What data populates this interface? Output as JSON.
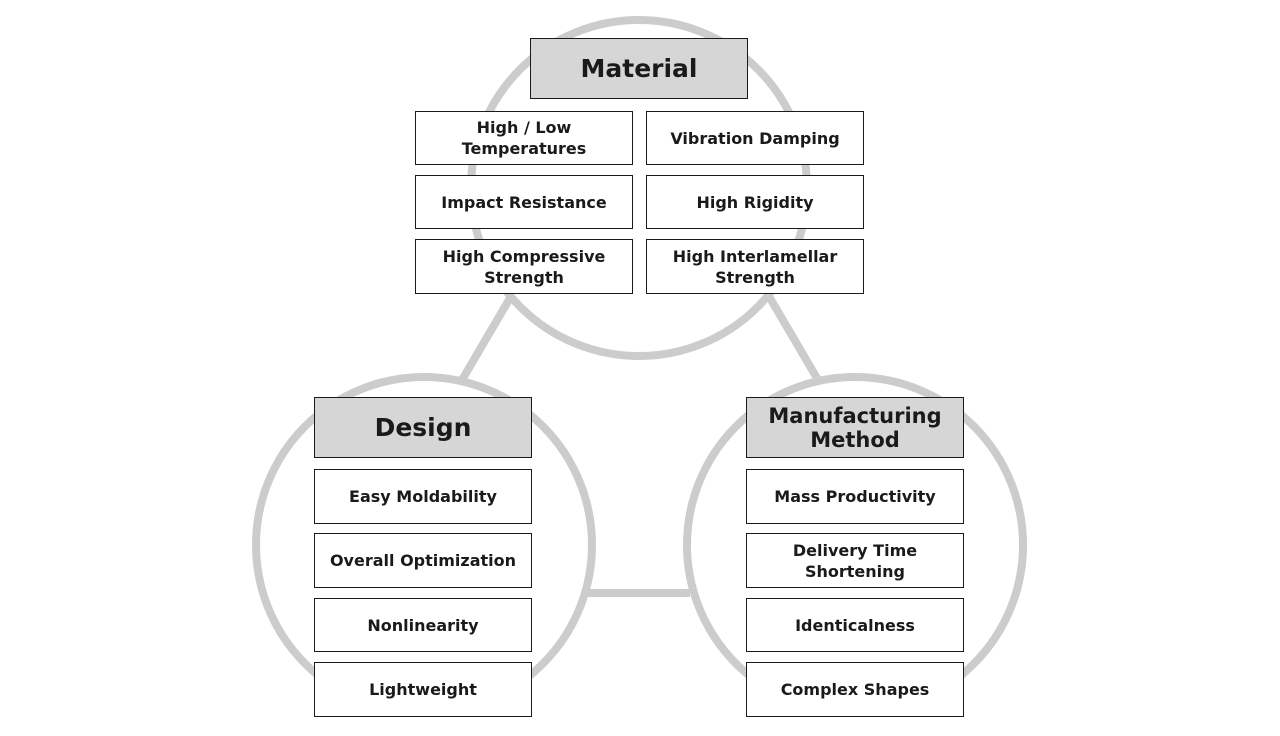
{
  "material": {
    "title": "Material",
    "items": [
      "High / Low\nTemperatures",
      "Vibration Damping",
      "Impact Resistance",
      "High Rigidity",
      "High Compressive\nStrength",
      "High Interlamellar\nStrength"
    ]
  },
  "design": {
    "title": "Design",
    "items": [
      "Easy Moldability",
      "Overall Optimization",
      "Nonlinearity",
      "Lightweight"
    ]
  },
  "manufacturing": {
    "title": "Manufacturing\nMethod",
    "items": [
      "Mass Productivity",
      "Delivery Time\nShortening",
      "Identicalness",
      "Complex Shapes"
    ]
  },
  "colors": {
    "ring": "#cccccc",
    "header_fill": "#d6d6d6",
    "border": "#1a1a1a"
  }
}
